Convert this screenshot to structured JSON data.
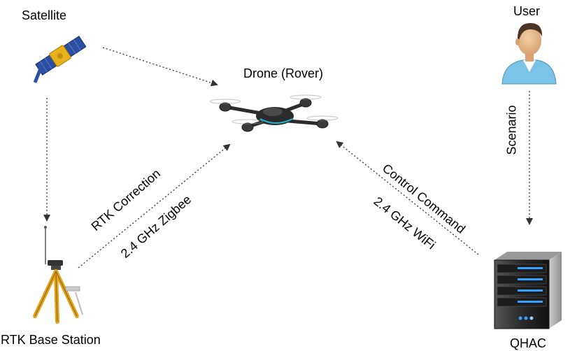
{
  "nodes": {
    "satellite": {
      "label": "Satellite",
      "icon": "satellite-icon"
    },
    "drone": {
      "label": "Drone (Rover)",
      "icon": "drone-icon"
    },
    "user": {
      "label": "User",
      "icon": "user-avatar-icon"
    },
    "base_station": {
      "label": "RTK Base Station",
      "icon": "tripod-antenna-icon"
    },
    "server": {
      "label": "QHAC",
      "icon": "server-icon"
    }
  },
  "links": {
    "rtk": {
      "label": "RTK Correction",
      "sublabel": "2.4 GHz Zigbee"
    },
    "control": {
      "label": "Control Command",
      "sublabel": "2.4 GHz WiFi"
    },
    "scenario": {
      "label": "Scenario"
    }
  },
  "colors": {
    "arrow": "#333333",
    "tripod": "#e2a21a",
    "satellite_panel": "#2b4fa3",
    "satellite_body": "#e6b21c",
    "server_body": "#2a2a2a",
    "server_led": "#3aa0ff",
    "drone_body": "#2b2b2b",
    "drone_accent": "#28b6d6",
    "user_shirt": "#7cc3e8",
    "user_skin": "#e9b98e",
    "user_hair": "#4a3526"
  }
}
